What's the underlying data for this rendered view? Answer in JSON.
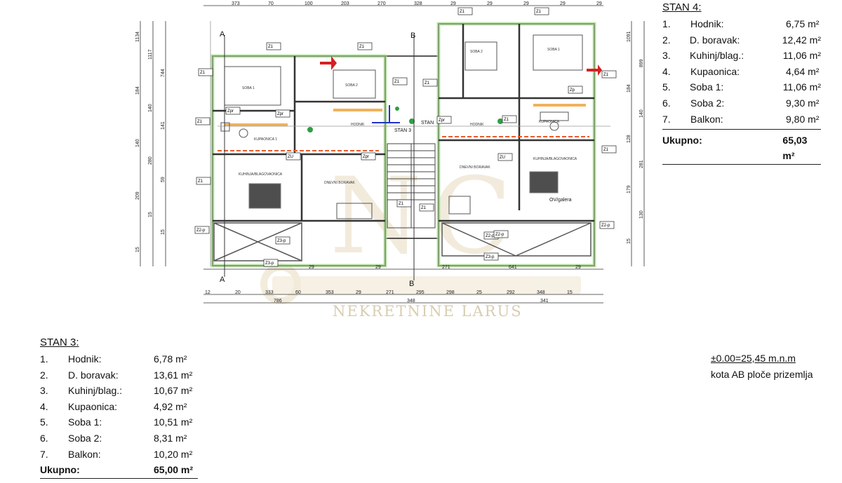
{
  "stan4": {
    "title": "STAN 4:",
    "rooms": [
      {
        "no": "1.",
        "name": "Hodnik:",
        "area": "6,75 m²"
      },
      {
        "no": "2.",
        "name": "D. boravak:",
        "area": "12,42 m²"
      },
      {
        "no": "3.",
        "name": "Kuhinj/blag.:",
        "area": "11,06  m²"
      },
      {
        "no": "4.",
        "name": "Kupaonica:",
        "area": "4,64 m²"
      },
      {
        "no": "5.",
        "name": "Soba 1:",
        "area": "11,06 m²"
      },
      {
        "no": "6.",
        "name": "Soba 2:",
        "area": "9,30 m²"
      },
      {
        "no": "7.",
        "name": "Balkon:",
        "area": "9,80 m²"
      }
    ],
    "total_label": "Ukupno:",
    "total_area": "65,03 m²"
  },
  "stan3": {
    "title": "STAN 3:",
    "rooms": [
      {
        "no": "1.",
        "name": "Hodnik:",
        "area": "6,78 m²"
      },
      {
        "no": "2.",
        "name": "D. boravak:",
        "area": "13,61 m²"
      },
      {
        "no": "3.",
        "name": "Kuhinj/blag.:",
        "area": "10,67  m²"
      },
      {
        "no": "4.",
        "name": "Kupaonica:",
        "area": "4,92 m²"
      },
      {
        "no": "5.",
        "name": "Soba 1:",
        "area": "10,51 m²"
      },
      {
        "no": "6.",
        "name": "Soba 2:",
        "area": "8,31 m²"
      },
      {
        "no": "7.",
        "name": "Balkon:",
        "area": "10,20 m²"
      }
    ],
    "total_label": "Ukupno:",
    "total_area": "65,00 m²"
  },
  "elevation_note": {
    "line1": "±0.00=25,45 m.n.m",
    "line2": "kota AB ploče prizemlja"
  },
  "watermark": "NEKRETNINE LARUS",
  "plan": {
    "section_a": "A",
    "section_b": "B",
    "stan3_label": "STAN 3",
    "stan4_label": "STAN",
    "ovi_label": "OV/galera",
    "room_labels": {
      "soba1_left": "SOBA 1",
      "soba2_left": "SOBA 2",
      "hodnik_left": "HODNIK",
      "kupaonica_left": "KUPAONICA 1",
      "kuhinja_left": "KUHINJA/BLAGOVAONICA",
      "boravak_left": "DNEVNI BORAVAK",
      "soba2_right": "SOBA 2",
      "soba1_right": "SOBA 1",
      "hodnik_right": "HODNIK",
      "kupaonica_right": "KUPAONICA",
      "kuhinja_right": "KUHINJA/BLAGOVAONICA",
      "boravak_right": "DNEVNI BORAVAK"
    },
    "window_tags": [
      "Z1",
      "Z1",
      "Z1",
      "Z1",
      "Z1",
      "Z1",
      "Z1",
      "Z1",
      "Z1",
      "Z1",
      "Z1",
      "Z1",
      "Z1",
      "Z1",
      "Z2-p",
      "Z2-p",
      "Z2-p",
      "Z3-p",
      "Z3-p",
      "Z3-p",
      "Z2-p",
      "ZU",
      "ZU",
      "Zpr",
      "Zpr",
      "Zpr",
      "Zpr",
      "Zp"
    ],
    "top_dims": [
      "373",
      "70",
      "100",
      "203",
      "270",
      "328",
      "29",
      "29",
      "29",
      "29",
      "29"
    ],
    "bottom_dims_1": [
      "29",
      "29",
      "271",
      "641",
      "29"
    ],
    "bottom_dims_2": [
      "12",
      "20",
      "333",
      "60",
      "353",
      "29",
      "271",
      "295",
      "298",
      "25",
      "292",
      "348",
      "15"
    ],
    "bottom_dims_3": [
      "786",
      "348",
      "341"
    ],
    "left_dims": [
      "1134",
      "1117",
      "744",
      "184",
      "140",
      "141",
      "140",
      "280",
      "59",
      "209",
      "15",
      "15",
      "15"
    ],
    "right_dims": [
      "1091",
      "899",
      "184",
      "140",
      "128",
      "281",
      "179",
      "130",
      "15"
    ]
  }
}
